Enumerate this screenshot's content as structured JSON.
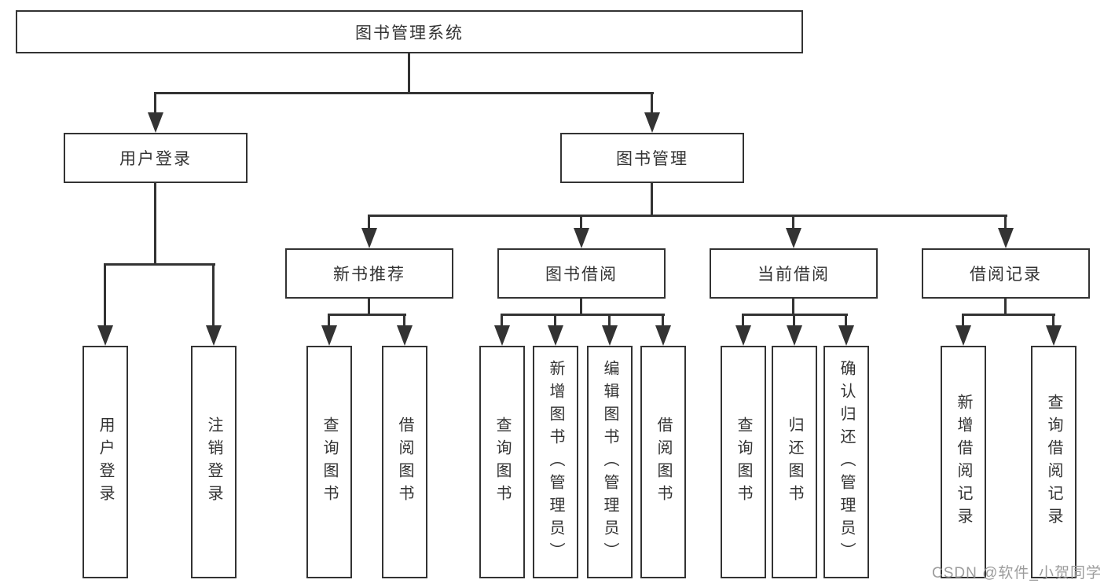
{
  "diagram": {
    "root": {
      "label": "图书管理系统"
    },
    "branches": [
      {
        "label": "用户登录",
        "children": [
          {
            "label": "用户登录"
          },
          {
            "label": "注销登录"
          }
        ]
      },
      {
        "label": "图书管理",
        "children": [
          {
            "label": "新书推荐",
            "children": [
              {
                "label": "查询图书"
              },
              {
                "label": "借阅图书"
              }
            ]
          },
          {
            "label": "图书借阅",
            "children": [
              {
                "label": "查询图书"
              },
              {
                "label": "新增图书（管理员）"
              },
              {
                "label": "编辑图书（管理员）"
              },
              {
                "label": "借阅图书"
              }
            ]
          },
          {
            "label": "当前借阅",
            "children": [
              {
                "label": "查询图书"
              },
              {
                "label": "归还图书"
              },
              {
                "label": "确认归还（管理员）"
              }
            ]
          },
          {
            "label": "借阅记录",
            "children": [
              {
                "label": "新增借阅记录"
              },
              {
                "label": "查询借阅记录"
              }
            ]
          }
        ]
      }
    ],
    "watermark": "CSDN @软件_小贺同学",
    "colors": {
      "line": "#333333",
      "text": "#333333",
      "watermark": "#9c9c9c",
      "background": "#ffffff"
    }
  }
}
